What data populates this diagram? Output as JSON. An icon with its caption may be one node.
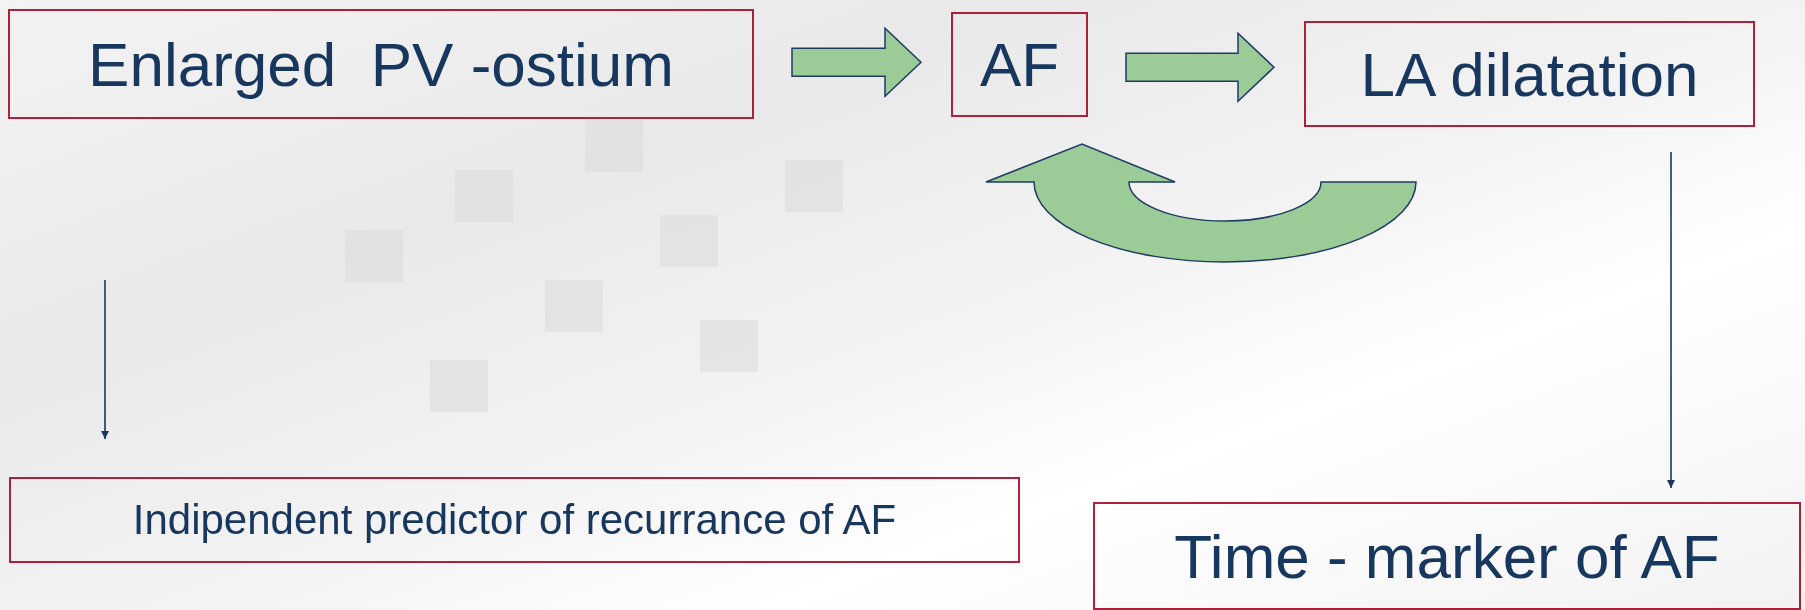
{
  "diagram": {
    "nodes": [
      {
        "text": [
          "Enlarged  PV -ostium"
        ]
      },
      {
        "text": [
          "AF"
        ]
      },
      {
        "text": [
          "LA dilatation"
        ]
      },
      {
        "text": [
          "Indipendent predictor of recurrance of AF"
        ]
      },
      {
        "text": [
          "Time - marker of AF"
        ]
      }
    ],
    "edges": [
      {
        "from": 0,
        "to": 1,
        "arrow": "to",
        "style": "thick",
        "color": "#9bcb96"
      },
      {
        "from": 1,
        "to": 2,
        "arrow": "to",
        "style": "thick",
        "color": "#9bcb96"
      },
      {
        "from": 2,
        "to": 1,
        "arrow": "to",
        "style": "thick",
        "color": "#9bcb96"
      },
      {
        "from": null,
        "to": 3,
        "arrow": "to"
      },
      {
        "from": 2,
        "to": 4,
        "arrow": "to"
      }
    ]
  }
}
